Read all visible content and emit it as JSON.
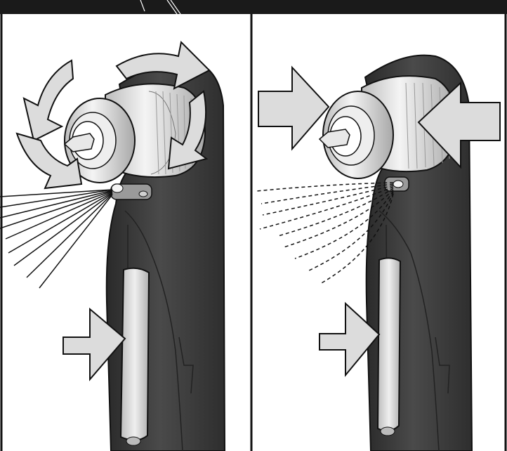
{
  "figure": {
    "panels": [
      {
        "id": "left",
        "state": "light-on",
        "light_style": "solid",
        "arrows": [
          "rotate-chuck",
          "push-trigger"
        ]
      },
      {
        "id": "right",
        "state": "light-on",
        "light_style": "dashed",
        "arrows": [
          "squeeze-chuck-left",
          "squeeze-chuck-right",
          "push-trigger"
        ]
      }
    ],
    "colors": {
      "background": "#ffffff",
      "header": "#1a1a1a",
      "tool_body": "#3a3a3a",
      "chuck": "#d9d9d9",
      "arrow_fill": "#dcdcdc",
      "outline": "#111111"
    }
  }
}
